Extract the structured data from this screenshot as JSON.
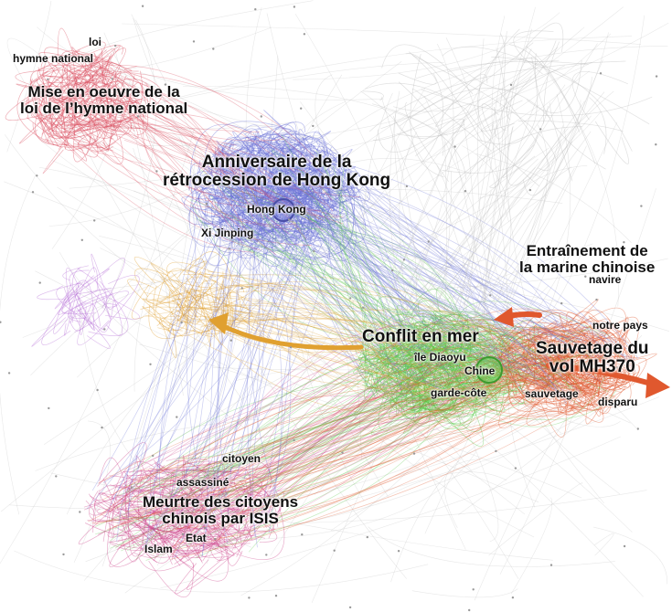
{
  "colors": {
    "hongkong": "#6b72d6",
    "anthem": "#d94a5c",
    "sea": "#5cc94a",
    "mh370": "#e0582e",
    "isis": "#cf4a8e",
    "yellow": "#e0a030",
    "purple": "#b66ed8",
    "gray": "#bdbdbd"
  },
  "clusters": {
    "hongkong": {
      "line1": "Anniversaire de la",
      "line2": "rétrocession de Hong Kong"
    },
    "anthem": {
      "line1": "Mise en oeuvre de la",
      "line2": "loi de l’hymne national"
    },
    "sea": {
      "line1": "Conflit en mer"
    },
    "mh370": {
      "line1": "Sauvetage du",
      "line2": "vol MH370"
    },
    "navy": {
      "line1": "Entraînement de",
      "line2": "la marine chinoise"
    },
    "isis": {
      "line1": "Meurtre des citoyens",
      "line2": "chinois par ISIS"
    }
  },
  "terms": {
    "loi": "loi",
    "hymne": "hymne national",
    "hong_kong": "Hong Kong",
    "xi": "Xi Jinping",
    "navire": "navire",
    "notre_pays": "notre pays",
    "ile": "île Diaoyu",
    "chine": "Chine",
    "garde": "garde-côte",
    "sauvetage": "sauvetage",
    "disparu": "disparu",
    "citoyen": "citoyen",
    "assassine": "assassiné",
    "etat": "Etat",
    "islam": "Islam"
  }
}
